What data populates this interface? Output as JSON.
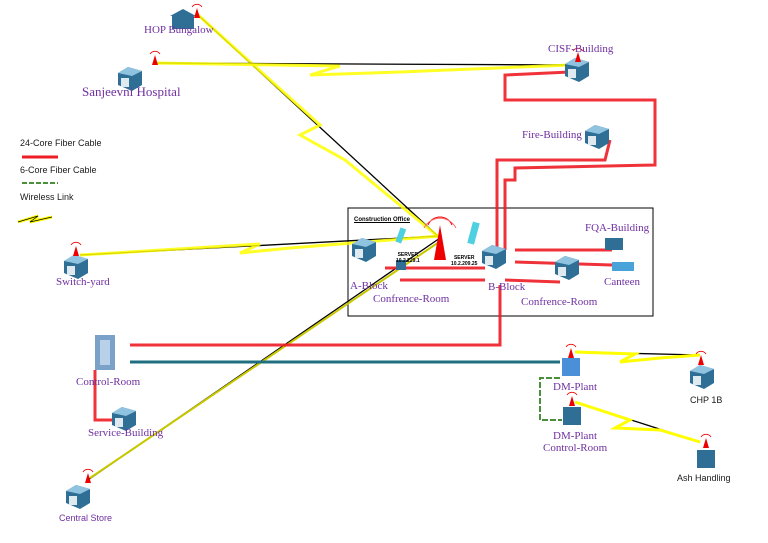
{
  "legend": {
    "fiber24": "24-Core Fiber Cable",
    "fiber6": "6-Core Fiber Cable",
    "wireless": "Wireless Link"
  },
  "colors": {
    "fiber24": "#ee1c24",
    "fiber6": "#4a8f3c",
    "wireless": "#ffff00",
    "backbone": "#1f6f80",
    "label": "#7030a0"
  },
  "zone": {
    "title": "Construction Office"
  },
  "servers": [
    {
      "label": "SERVER",
      "ip": "10.2.229.1"
    },
    {
      "label": "SERVER",
      "ip": "10.2.209.25"
    }
  ],
  "nodes": {
    "hop": "HOP Bungalow",
    "hospital": "Sanjeevni Hospital",
    "cisf": "CISF-Building",
    "fire": "Fire-Building",
    "switchyard": "Switch-yard",
    "ablock": "A-Block",
    "bblock": "B-Block",
    "conf1": "Confrence-Room",
    "conf2": "Confrence-Room",
    "fqa": "FQA-Building",
    "canteen": "Canteen",
    "control": "Control-Room",
    "service": "Service-Building",
    "store": "Central Store",
    "dm": "DM-Plant",
    "dmc1": "DM-Plant",
    "dmc2": "Control-Room",
    "chp": "CHP 1B",
    "ash": "Ash Handling"
  }
}
